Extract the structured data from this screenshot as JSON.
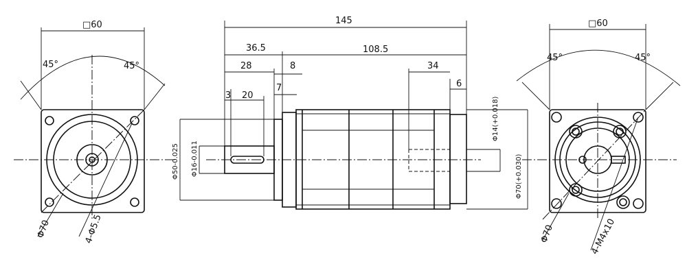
{
  "front_view": {
    "square_label": "□60",
    "angle_left": "45°",
    "angle_right": "45°",
    "pcd_label": "Φ70",
    "holes_label": "4-Φ5.5"
  },
  "side_view": {
    "overall_length": "145",
    "flange_offset": "36.5",
    "motor_length": "108.5",
    "shaft_length": "28",
    "key_length": "20",
    "dim_3": "3",
    "dim_8": "8",
    "dim_7": "7",
    "dim_34": "34",
    "dim_6": "6",
    "output_shaft_dia": "Φ50-0.025",
    "shaft_dia": "Φ16-0.011",
    "input_bore": "Φ14(+0.018)",
    "input_pilot": "Φ70(+0.030)"
  },
  "rear_view": {
    "square_label": "□60",
    "angle_left": "45°",
    "angle_right": "45°",
    "pcd_label": "Φ70",
    "thread_label": "4-M4x10"
  }
}
